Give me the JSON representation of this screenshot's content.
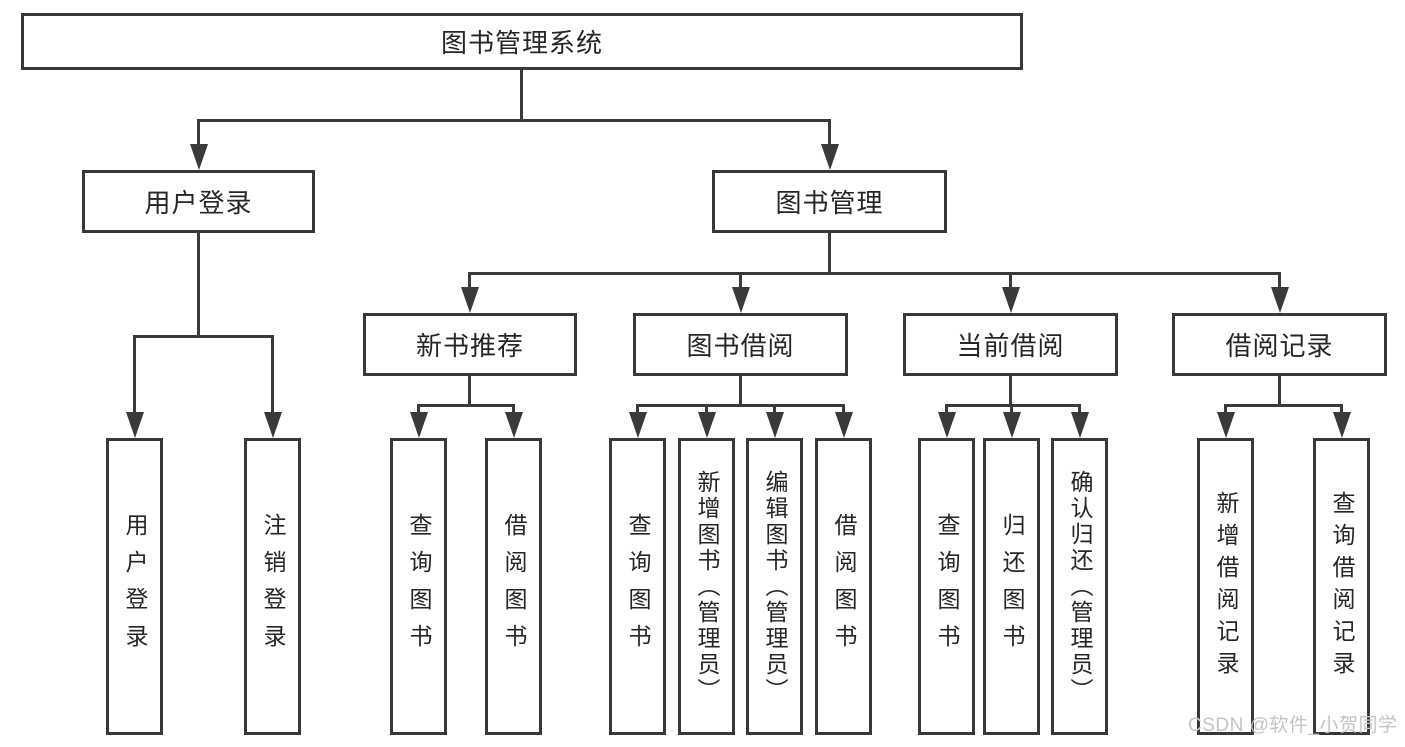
{
  "tree": {
    "root": {
      "label": "图书管理系统",
      "children": [
        {
          "label": "用户登录",
          "children": [
            {
              "label": "用户登录"
            },
            {
              "label": "注销登录"
            }
          ]
        },
        {
          "label": "图书管理",
          "children": [
            {
              "label": "新书推荐",
              "children": [
                {
                  "label": "查询图书"
                },
                {
                  "label": "借阅图书"
                }
              ]
            },
            {
              "label": "图书借阅",
              "children": [
                {
                  "label": "查询图书"
                },
                {
                  "label": "新增图书（管理员）"
                },
                {
                  "label": "编辑图书（管理员）"
                },
                {
                  "label": "借阅图书"
                }
              ]
            },
            {
              "label": "当前借阅",
              "children": [
                {
                  "label": "查询图书"
                },
                {
                  "label": "归还图书"
                },
                {
                  "label": "确认归还（管理员）"
                }
              ]
            },
            {
              "label": "借阅记录",
              "children": [
                {
                  "label": "新增借阅记录"
                },
                {
                  "label": "查询借阅记录"
                }
              ]
            }
          ]
        }
      ]
    }
  },
  "watermark": {
    "text": "CSDN @软件_小贺同学"
  },
  "colors": {
    "line": "#3a3a3a",
    "border": "#383838",
    "text": "#262626",
    "watermark": "#c4c4c4",
    "background": "#ffffff"
  }
}
